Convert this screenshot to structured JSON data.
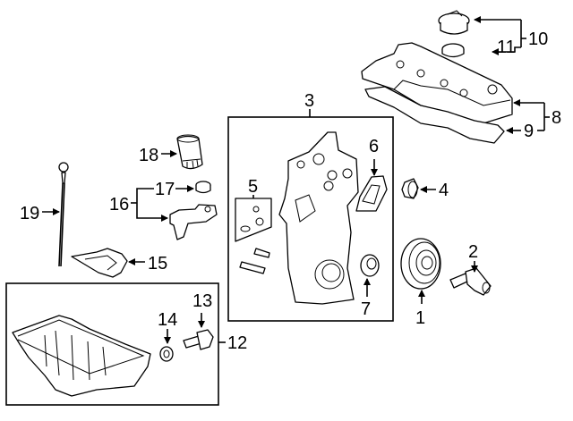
{
  "diagram": {
    "title": "Engine parts exploded view",
    "callouts": [
      {
        "id": "1",
        "label": "1",
        "part": "crankshaft-pulley"
      },
      {
        "id": "2",
        "label": "2",
        "part": "pcv-valve"
      },
      {
        "id": "3",
        "label": "3",
        "part": "timing-cover-assembly"
      },
      {
        "id": "4",
        "label": "4",
        "part": "cap-plug"
      },
      {
        "id": "5",
        "label": "5",
        "part": "timing-cover-gasket-kit"
      },
      {
        "id": "6",
        "label": "6",
        "part": "cover-gasket"
      },
      {
        "id": "7",
        "label": "7",
        "part": "front-seal"
      },
      {
        "id": "8",
        "label": "8",
        "part": "valve-cover-assembly"
      },
      {
        "id": "9",
        "label": "9",
        "part": "valve-cover-gasket"
      },
      {
        "id": "10",
        "label": "10",
        "part": "oil-filler-cap-assembly"
      },
      {
        "id": "11",
        "label": "11",
        "part": "filler-cap-seal"
      },
      {
        "id": "12",
        "label": "12",
        "part": "oil-pan-assembly"
      },
      {
        "id": "13",
        "label": "13",
        "part": "drain-plug"
      },
      {
        "id": "14",
        "label": "14",
        "part": "drain-plug-washer"
      },
      {
        "id": "15",
        "label": "15",
        "part": "oil-baffle"
      },
      {
        "id": "16",
        "label": "16",
        "part": "sensor-assembly"
      },
      {
        "id": "17",
        "label": "17",
        "part": "sensor-grommet"
      },
      {
        "id": "18",
        "label": "18",
        "part": "oil-filter"
      },
      {
        "id": "19",
        "label": "19",
        "part": "dipstick"
      }
    ]
  }
}
